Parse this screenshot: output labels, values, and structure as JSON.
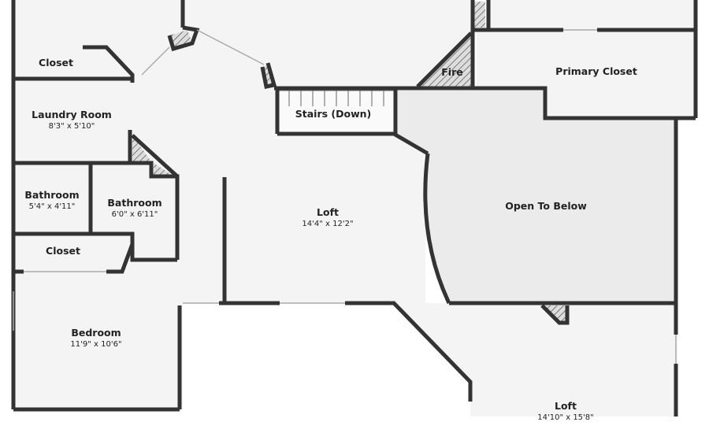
{
  "rooms": [
    {
      "name": "Closet"
    },
    {
      "name": "Laundry Room",
      "dims": "8'3\" x 5'10\""
    },
    {
      "name": "Bathroom",
      "dims": "5'4\" x 4'11\""
    },
    {
      "name": "Bathroom",
      "dims": "6'0\" x 6'11\""
    },
    {
      "name": "Closet"
    },
    {
      "name": "Bedroom",
      "dims": "11'9\" x 10'6\""
    },
    {
      "name": "Stairs (Down)"
    },
    {
      "name": "Fire"
    },
    {
      "name": "Primary Closet"
    },
    {
      "name": "Loft",
      "dims": "14'4\" x 12'2\""
    },
    {
      "name": "Open To Below"
    },
    {
      "name": "Loft",
      "dims": "14'10\" x 15'8\""
    }
  ],
  "colors": {
    "wall": "#333333",
    "floor": "#f4f4f4",
    "open_to_below": "#ebebeb",
    "background": "#ffffff"
  }
}
